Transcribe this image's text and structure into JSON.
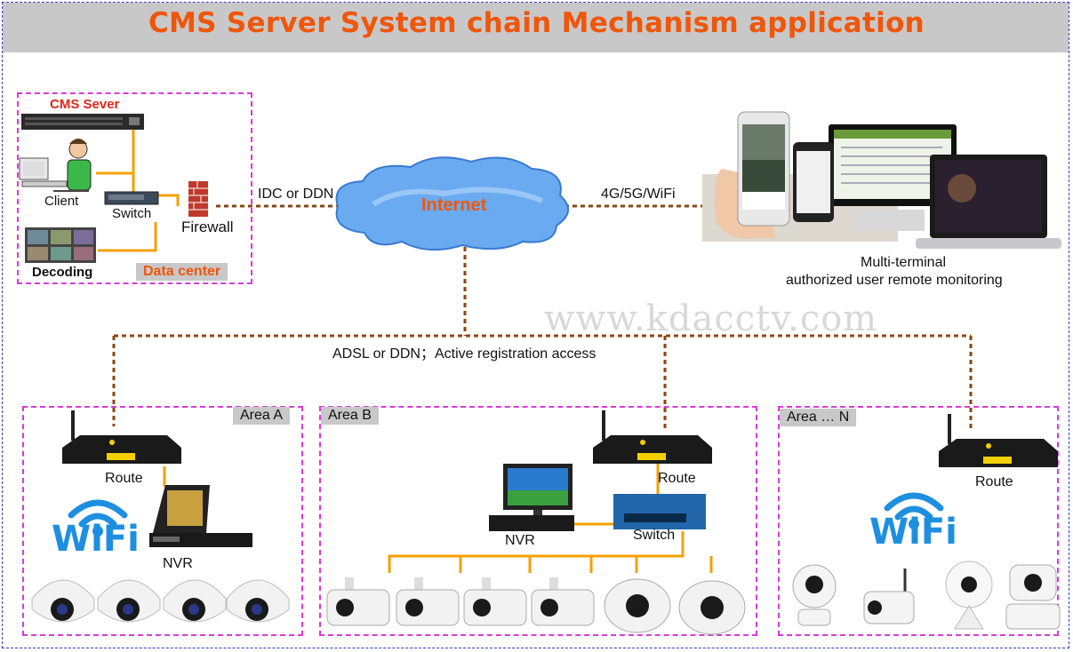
{
  "title": "CMS Server System  chain Mechanism application",
  "watermark": "www.kdacctv.com",
  "datacenter": {
    "server_label": "CMS Sever",
    "client_label": "Client",
    "switch_label": "Switch",
    "firewall_label": "Firewall",
    "decoding_label": "Decoding",
    "tag": "Data center"
  },
  "internet": {
    "label": "Internet",
    "left_link": "IDC or DDN",
    "right_link": "4G/5G/WiFi",
    "down_link": "ADSL or DDN；Active registration access"
  },
  "remote": {
    "line1": "Multi-terminal",
    "line2": "authorized user remote monitoring"
  },
  "area_a": {
    "tag": "Area A",
    "route": "Route",
    "nvr": "NVR",
    "wifi": "WiFi"
  },
  "area_b": {
    "tag": "Area B",
    "route": "Route",
    "nvr": "NVR",
    "switch": "Switch"
  },
  "area_n": {
    "tag": "Area … N",
    "route": "Route",
    "wifi": "WiFi"
  },
  "colors": {
    "title": "#f0560a",
    "link": "#8b4513",
    "box_border": "#d83bd8",
    "cable": "#f4a000",
    "wifi": "#1e8fe0"
  }
}
